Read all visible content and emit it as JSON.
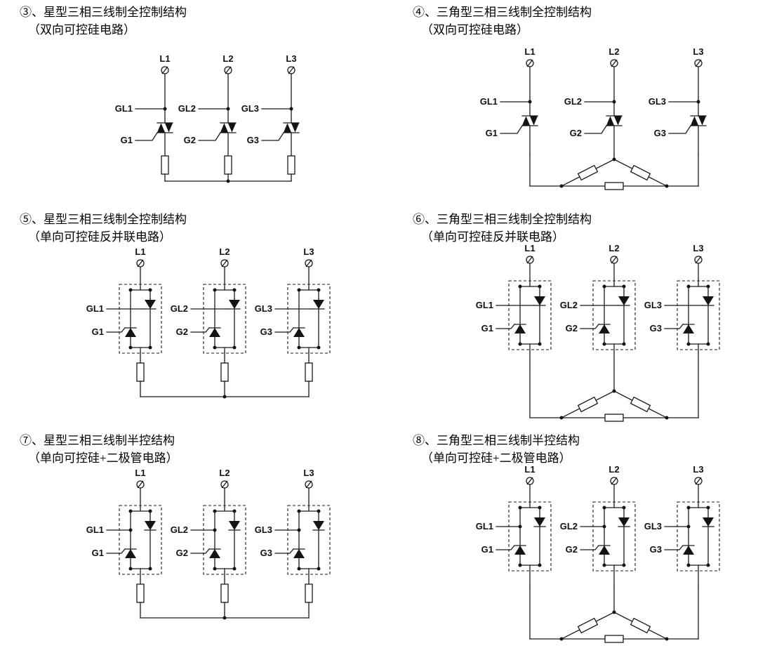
{
  "panels": [
    {
      "title": "③、星型三相三线制全控制结构",
      "subtitle": "（双向可控硅电路）"
    },
    {
      "title": "④、三角型三相三线制全控制结构",
      "subtitle": "（双向可控硅电路）"
    },
    {
      "title": "⑤、星型三相三线制全控制结构",
      "subtitle": "（单向可控硅反并联电路）"
    },
    {
      "title": "⑥、三角型三相三线制全控制结构",
      "subtitle": "（单向可控硅反并联电路）"
    },
    {
      "title": "⑦、星型三相三线制半控结构",
      "subtitle": "（单向可控硅+二极管电路）"
    },
    {
      "title": "⑧、三角型三相三线制半控结构",
      "subtitle": "（单向可控硅+二极管电路）"
    }
  ],
  "labels": {
    "phases": [
      "L1",
      "L2",
      "L3"
    ],
    "gate_lines": [
      "GL1",
      "GL2",
      "GL3"
    ],
    "gates": [
      "G1",
      "G2",
      "G3"
    ]
  },
  "colors": {
    "wire": "#1a1a1a",
    "device_fill": "#141414",
    "background": "#ffffff"
  }
}
